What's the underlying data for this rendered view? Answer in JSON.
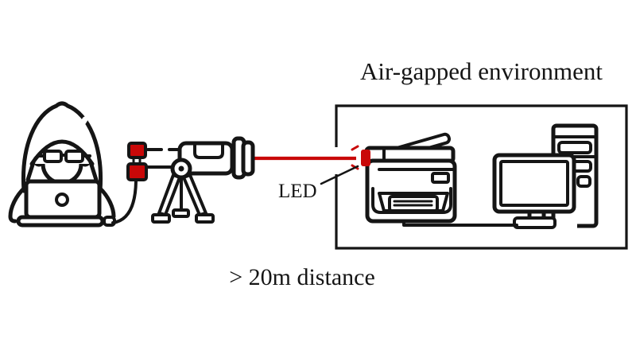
{
  "labels": {
    "environment_title": "Air-gapped environment",
    "led": "LED",
    "distance": "> 20m distance"
  },
  "colors": {
    "accent_red": "#c90808",
    "ink": "#151515",
    "background": "#ffffff"
  },
  "icons": {
    "attacker": "hooded-attacker-with-laptop-icon",
    "interface": "usb-tap-device-icon",
    "optics": "telescope-on-tripod-icon",
    "beam": "laser-beam",
    "boundary": "air-gapped-boundary-box",
    "printer": "multifunction-printer-icon",
    "led": "led-indicator",
    "computer": "desktop-computer-icon"
  }
}
